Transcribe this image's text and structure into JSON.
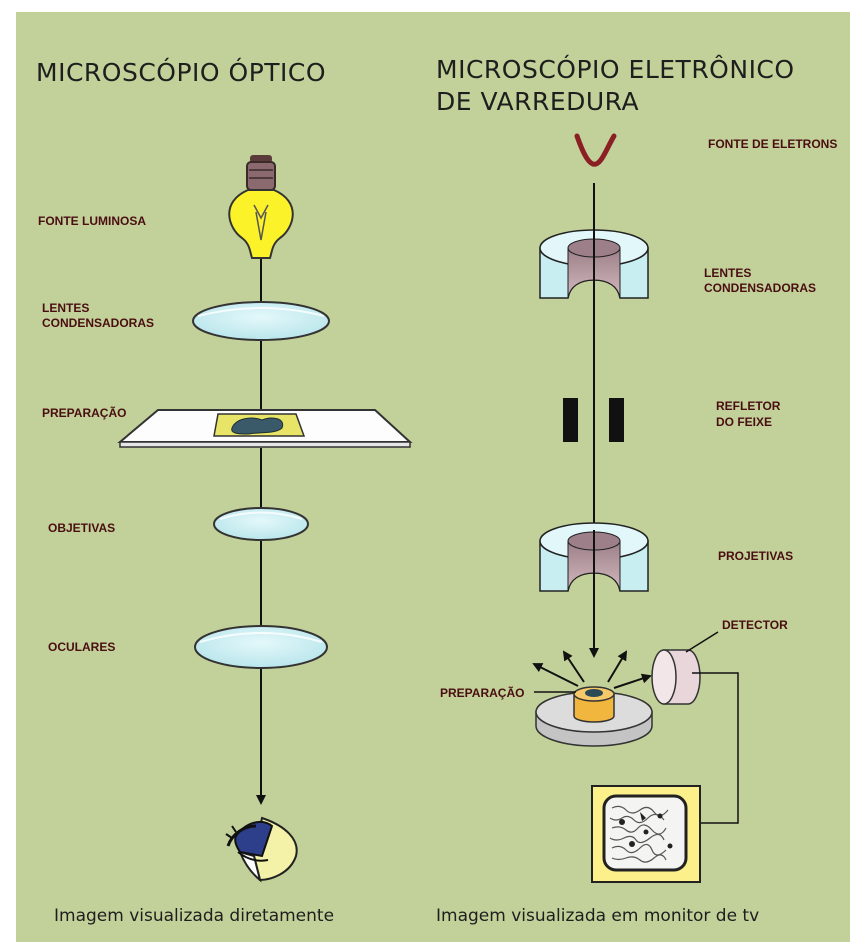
{
  "left": {
    "title": "MICROSCÓPIO ÓPTICO",
    "labels": {
      "source": "FONTE LUMINOSA",
      "condenser_1": "LENTES",
      "condenser_2": "CONDENSADORAS",
      "preparation": "PREPARAÇÃO",
      "objectives": "OBJETIVAS",
      "eyepieces": "OCULARES"
    },
    "caption": "Imagem visualizada diretamente"
  },
  "right": {
    "title_line1": "MICROSCÓPIO ELETRÔNICO",
    "title_line2": "DE VARREDURA",
    "labels": {
      "source": "FONTE DE ELETRONS",
      "condenser_1": "LENTES",
      "condenser_2": "CONDENSADORAS",
      "deflector_1": "REFLETOR",
      "deflector_2": "DO  FEIXE",
      "projectives": "PROJETIVAS",
      "detector": "DETECTOR",
      "preparation": "PREPARAÇÃO"
    },
    "caption": "Imagem visualizada em monitor de tv"
  },
  "colors": {
    "background": "#c2d199",
    "label_text": "#4a0e12",
    "lens_fill": "#c8eef2",
    "lamp_glass": "#fbf22a",
    "monitor_frame": "#fbf08a",
    "sample_holder": "#f1b63e"
  }
}
